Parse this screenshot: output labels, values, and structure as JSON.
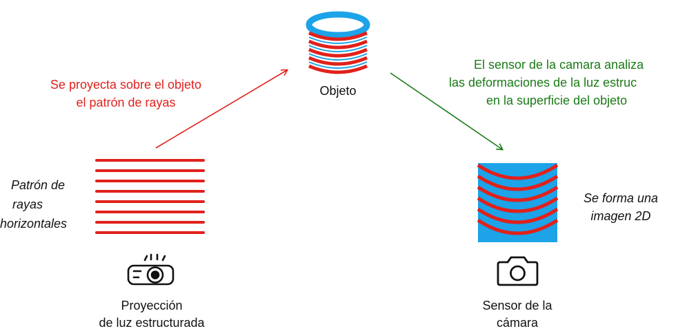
{
  "colors": {
    "red": "#e0211c",
    "green": "#1a7a16",
    "blue": "#1ca3e8",
    "text": "#111111"
  },
  "diagram": {
    "object_label": "Objeto",
    "step1_line1": "Se proyecta sobre el objeto",
    "step1_line2": "el patrón de rayas",
    "step2_line1": "El sensor de la camara analiza",
    "step2_line2": "las deformaciones de la luz estruc",
    "step2_line3": "en la superficie del objeto",
    "pattern_line1": "Patrón de",
    "pattern_line2": "rayas",
    "pattern_line3": "horizontales",
    "image_line1": "Se forma una",
    "image_line2": "imagen 2D",
    "projector_line1": "Proyección",
    "projector_line2": "de luz estructurada",
    "sensor_line1": "Sensor de la",
    "sensor_line2": "cámara"
  },
  "icons": {
    "projector": "projector-icon",
    "camera": "camera-icon",
    "object": "striped-cylinder-icon"
  }
}
